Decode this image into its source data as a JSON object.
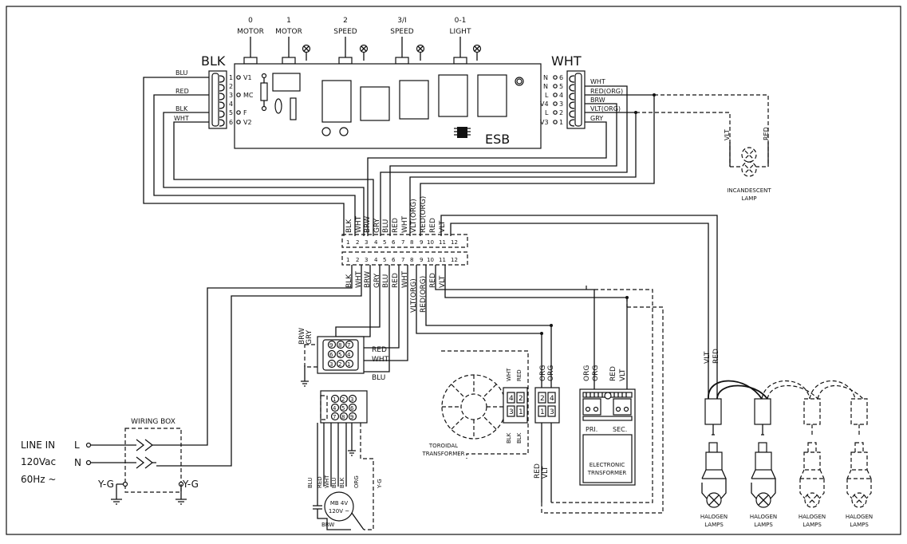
{
  "switches": [
    {
      "num": "0",
      "name": "MOTOR"
    },
    {
      "num": "1",
      "name": "MOTOR"
    },
    {
      "num": "2",
      "name": "SPEED"
    },
    {
      "num": "3/I",
      "name": "SPEED"
    },
    {
      "num": "0-1",
      "name": "LIGHT"
    }
  ],
  "board": {
    "left_header": "BLK",
    "right_header": "WHT",
    "esb": "ESB",
    "left_pins": [
      "1",
      "2",
      "3",
      "4",
      "5",
      "6"
    ],
    "left_pin_labels": [
      "V1",
      "MC",
      "F",
      "V2"
    ],
    "left_wires": [
      "BLU",
      "RED",
      "BLK",
      "WHT"
    ],
    "right_pins": [
      "6",
      "5",
      "4",
      "3",
      "2",
      "1"
    ],
    "right_pin_labels": [
      "N",
      "N",
      "L",
      "V4",
      "L",
      "V3"
    ],
    "right_wires": [
      "WHT",
      "RED(ORG)",
      "BRW",
      "VLT(ORG)",
      "GRY"
    ]
  },
  "lamp_top": {
    "label1": "INCANDESCENT",
    "label2": "LAMP",
    "w1": "VLT",
    "w2": "RED"
  },
  "terminal_top_wires": [
    "BLK",
    "WHT",
    "BRW",
    "GRY",
    "BLU",
    "RED",
    "WHT",
    "VLT(ORG)",
    "RED(ORG)",
    "RED",
    "VLT"
  ],
  "terminal_bottom_wires": [
    "BLK",
    "WHT",
    "BRW",
    "GRY",
    "BLU",
    "RED",
    "WHT",
    "VLT(ORG)",
    "RED(ORG)",
    "RED",
    "VLT"
  ],
  "terminal_numbers": [
    "1",
    "2",
    "3",
    "4",
    "5",
    "6",
    "7",
    "8",
    "9",
    "10",
    "11",
    "12"
  ],
  "connector9": {
    "side_wires": [
      "BRW",
      "GRY"
    ],
    "right_wires": [
      "RED",
      "WHT",
      "BLU"
    ],
    "pins": [
      "9",
      "8",
      "7",
      "6",
      "5",
      "4",
      "3",
      "2",
      "1"
    ]
  },
  "motor": {
    "pins": [
      "1",
      "2",
      "3",
      "4",
      "5",
      "6",
      "7",
      "8",
      "9"
    ],
    "wires": [
      "BLU",
      "RED",
      "WHT",
      "BLU",
      "BLK",
      "ORG"
    ],
    "yg": "Y-G",
    "label1": "MB 4V",
    "label2": "120V ~",
    "brw": "BRW"
  },
  "wiring_box": {
    "title": "WIRING BOX",
    "line_in": "LINE IN",
    "voltage": "120Vac",
    "freq": "60Hz ~",
    "L": "L",
    "N": "N",
    "yg_left": "Y-G",
    "yg_right": "Y-G"
  },
  "toroidal": {
    "label1": "TOROIDAL",
    "label2": "TRANSFORMER",
    "top_wires": [
      "WHT",
      "RED"
    ],
    "bottom_wires": [
      "BLK",
      "BLK"
    ],
    "pins": [
      "4",
      "2",
      "3",
      "1"
    ]
  },
  "connector_org": {
    "top_wires": [
      "ORG",
      "ORG"
    ],
    "bottom_wires": [
      "RED",
      "VLT"
    ],
    "pins": [
      "2",
      "4",
      "1",
      "3"
    ]
  },
  "electronic": {
    "top_wires": [
      "ORG",
      "ORG",
      "RED",
      "VLT"
    ],
    "pri": "PRI.",
    "sec": "SEC.",
    "label1": "ELECTRONIC",
    "label2": "TRNSFORMER"
  },
  "halogen": {
    "wires": [
      "VLT",
      "RED"
    ],
    "lamps": [
      {
        "l1": "HALOGEN",
        "l2": "LAMPS"
      },
      {
        "l1": "HALOGEN",
        "l2": "LAMPS"
      },
      {
        "l1": "HALOGEN",
        "l2": "LAMPS"
      },
      {
        "l1": "HALOGEN",
        "l2": "LAMPS"
      }
    ]
  }
}
